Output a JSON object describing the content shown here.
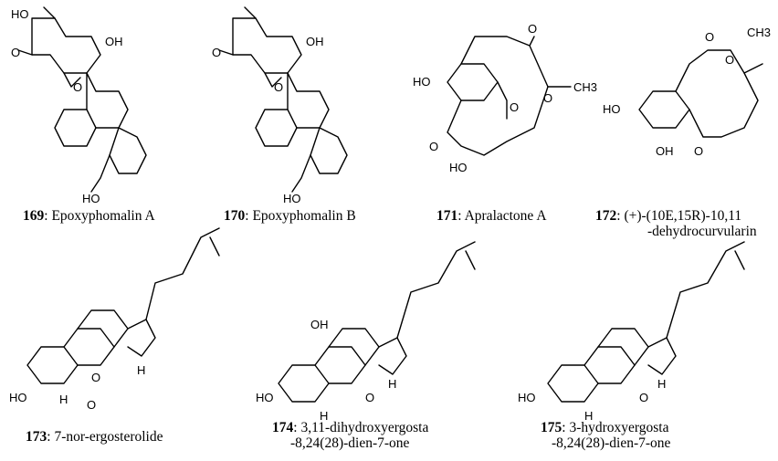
{
  "compounds": [
    {
      "id": "169",
      "name": "Epoxyphomalin A",
      "name2": ""
    },
    {
      "id": "170",
      "name": "Epoxyphomalin B",
      "name2": ""
    },
    {
      "id": "171",
      "name": "Apralactone A",
      "name2": ""
    },
    {
      "id": "172",
      "name": "(+)-(10E,15R)-10,11",
      "name2": "-dehydrocurvularin"
    },
    {
      "id": "173",
      "name": "7-nor-ergosterolide",
      "name2": ""
    },
    {
      "id": "174",
      "name": "3,11-dihydroxyergosta",
      "name2": "-8,24(28)-dien-7-one"
    },
    {
      "id": "175",
      "name": "3-hydroxyergosta",
      "name2": "-8,24(28)-dien-7-one"
    }
  ],
  "atoms": {
    "ho": "HO",
    "oh": "OH",
    "o": "O",
    "h": "H",
    "ch3": "CH3"
  }
}
